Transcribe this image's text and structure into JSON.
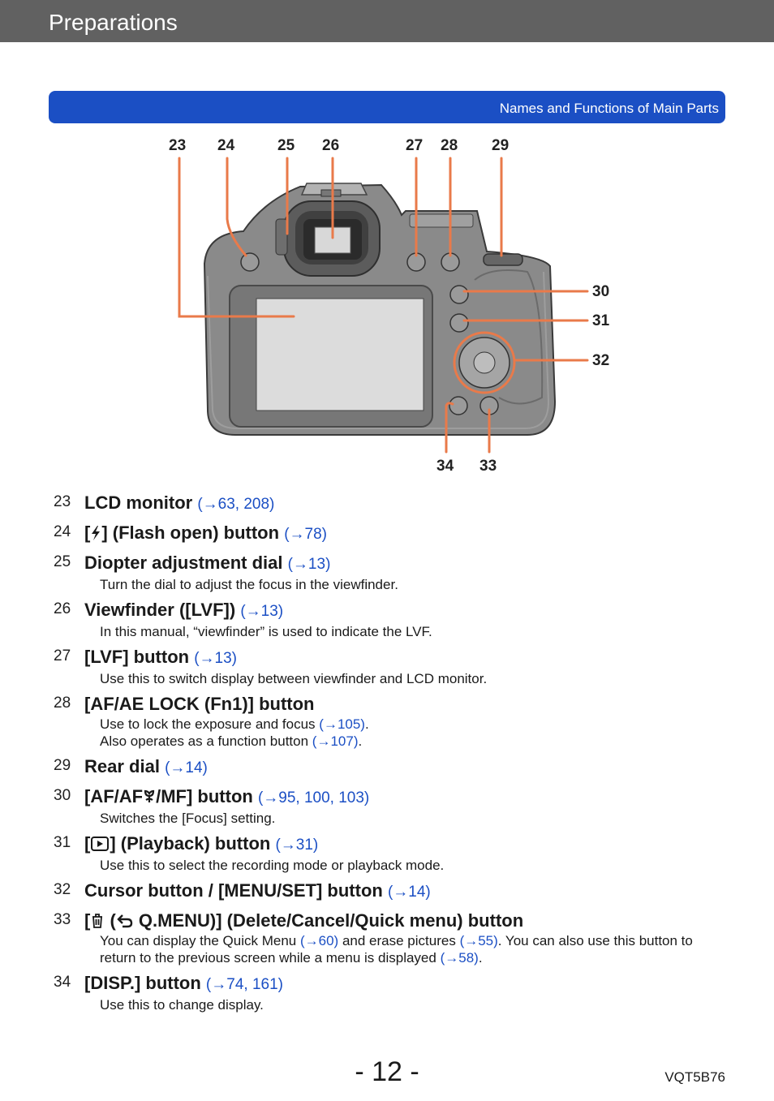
{
  "header": {
    "title": "Preparations"
  },
  "section": {
    "label": "Names and Functions of Main Parts"
  },
  "callouts": [
    "23",
    "24",
    "25",
    "26",
    "27",
    "28",
    "29",
    "30",
    "31",
    "32",
    "33",
    "34"
  ],
  "items": [
    {
      "num": "23",
      "title": "LCD monitor",
      "ref": "(→63, 208)"
    },
    {
      "num": "24",
      "title_pre": "[",
      "title_post": "] (Flash open) button",
      "ref": "(→78)",
      "icon": "flash-icon"
    },
    {
      "num": "25",
      "title": "Diopter adjustment dial",
      "ref": "(→13)",
      "desc": "Turn the dial to adjust the focus in the viewfinder."
    },
    {
      "num": "26",
      "title": "Viewfinder ([LVF])",
      "ref": "(→13)",
      "desc": "In this manual, “viewfinder” is used to indicate the LVF."
    },
    {
      "num": "27",
      "title": "[LVF] button",
      "ref": "(→13)",
      "desc": "Use this to switch display between viewfinder and LCD monitor."
    },
    {
      "num": "28",
      "title": "[AF/AE LOCK (Fn1)] button",
      "desc1_text": "Use to lock the exposure and focus",
      "desc1_ref": "(→105)",
      "desc2_text": "Also operates as a function button",
      "desc2_ref": "(→107)",
      "period": "."
    },
    {
      "num": "29",
      "title": "Rear dial",
      "ref": "(→14)"
    },
    {
      "num": "30",
      "title_pre": "[AF/AF",
      "title_post": "/MF] button",
      "ref": "(→95, 100, 103)",
      "desc": "Switches the [Focus] setting.",
      "icon": "af-macro-icon"
    },
    {
      "num": "31",
      "title_pre": "[",
      "title_post": "] (Playback) button",
      "ref": "(→31)",
      "desc": "Use this to select the recording mode or playback mode.",
      "icon": "playback-icon"
    },
    {
      "num": "32",
      "title": "Cursor button / [MENU/SET] button",
      "ref": "(→14)"
    },
    {
      "num": "33",
      "title_pre": "[",
      "title_mid": " (",
      "title_post": " Q.MENU)] (Delete/Cancel/Quick menu) button",
      "desc_a": "You can display the Quick Menu",
      "ref_a": "(→60)",
      "desc_b": "and erase pictures",
      "ref_b": "(→55)",
      "desc_c": ". You can also use this button to",
      "desc_d": "return to the previous screen while a menu is displayed",
      "ref_c": "(→58)",
      "period": ".",
      "icons": [
        "trash-icon",
        "return-icon"
      ]
    },
    {
      "num": "34",
      "title": "[DISP.] button",
      "ref": "(→74, 161)",
      "desc": "Use this to change display."
    }
  ],
  "footer": {
    "page": "- 12 -",
    "code": "VQT5B76"
  }
}
